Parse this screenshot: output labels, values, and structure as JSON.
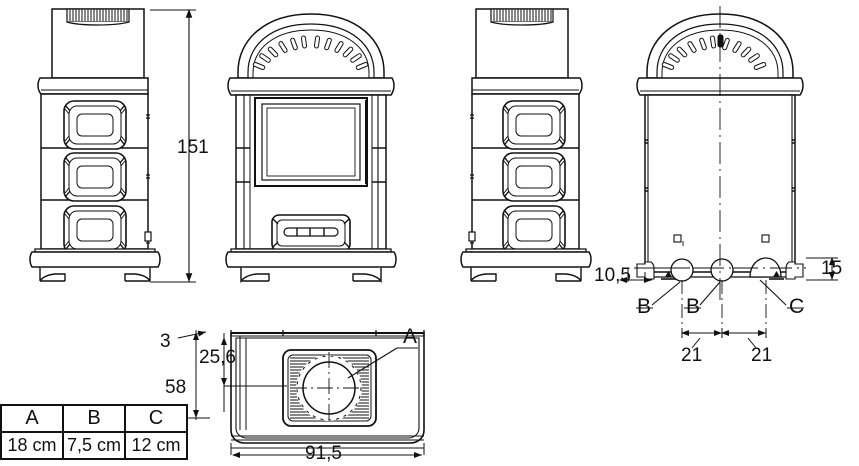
{
  "drawing": {
    "title": "Stove technical drawing with dimensions",
    "units_note": "cm",
    "line_color": "#111111",
    "fill_color": "#ffffff",
    "views": [
      {
        "name": "left-side-elevation",
        "label": ""
      },
      {
        "name": "front-elevation",
        "label": ""
      },
      {
        "name": "right-side-elevation",
        "label": ""
      },
      {
        "name": "rear-elevation",
        "label": ""
      },
      {
        "name": "top-plan",
        "label": ""
      }
    ]
  },
  "dimensions": {
    "height_total": "151",
    "plan_top_offset": "3",
    "plan_plate_offset": "25,6",
    "plan_depth": "58",
    "plan_width": "91,5",
    "rear_left_offset": "10,5",
    "rear_right_offset": "15",
    "rear_spacing_left": "21",
    "rear_spacing_right": "21"
  },
  "callouts": {
    "plate_a": "A",
    "rear_b1": "B",
    "rear_b2": "B",
    "rear_c": "C"
  },
  "legend": {
    "headers": [
      "A",
      "B",
      "C"
    ],
    "values": [
      "18 cm",
      "7,5 cm",
      "12 cm"
    ]
  }
}
